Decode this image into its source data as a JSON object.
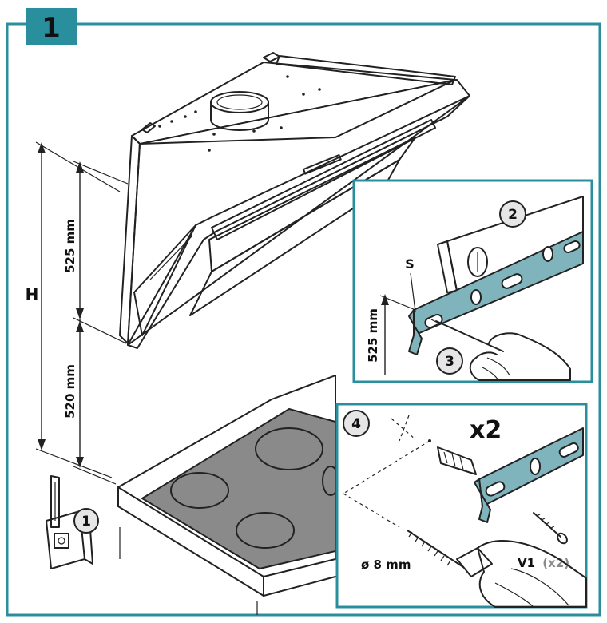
{
  "step": {
    "number": "1",
    "color": "#2a8f9c"
  },
  "dimensions": {
    "height_label": "H",
    "upper": "525 mm",
    "lower": "520 mm",
    "inset_level": "525 mm"
  },
  "level_inset": {
    "mark_label": "S",
    "callout_level": "2",
    "callout_mark": "3"
  },
  "drill_inset": {
    "callout": "4",
    "quantity": "x2",
    "screw_label": "V1",
    "screw_count": "(x2)",
    "drill_size": "ø 8 mm"
  },
  "tape_measure": {
    "callout": "1"
  },
  "colors": {
    "accent": "#2a8f9c",
    "rail": "#7fb4bd",
    "hob": "#8a8a8a"
  }
}
